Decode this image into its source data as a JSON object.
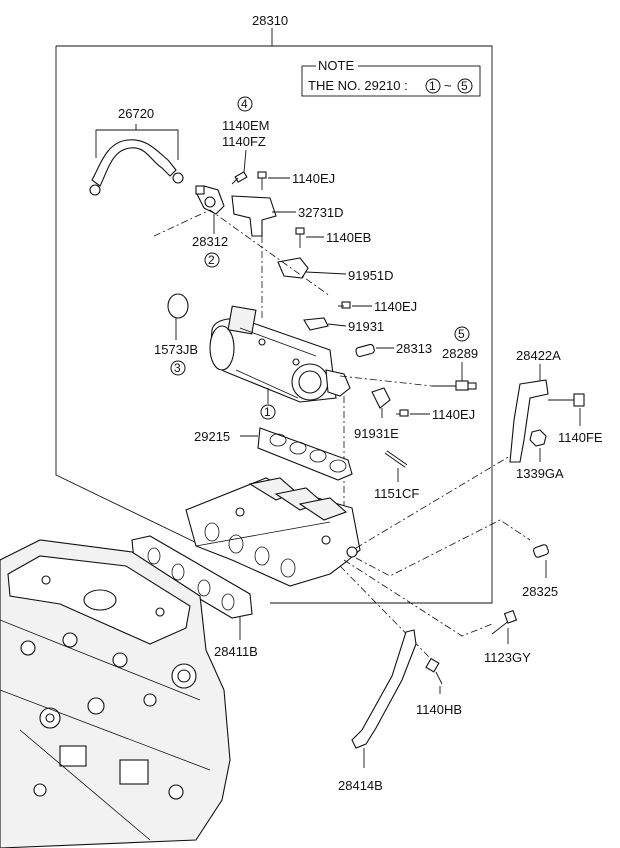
{
  "labels": {
    "assembly": "28310",
    "hose": "26720",
    "bolt_em": "1140EM",
    "bolt_fz": "1140FZ",
    "bolt_ej_1": "1140EJ",
    "bracket_d": "32731D",
    "bolt_eb": "1140EB",
    "gasket_d": "91951D",
    "bolt_ej_2": "1140EJ",
    "gasket_31": "91931",
    "fitting_312": "28312",
    "plug": "1573JB",
    "hose_313": "28313",
    "sensor": "28289",
    "bracket_422": "28422A",
    "bolt_fe": "1140FE",
    "nut": "1339GA",
    "gasket_e": "91931E",
    "bolt_ej_3": "1140EJ",
    "gasket_215": "29215",
    "stud": "1151CF",
    "cap": "28325",
    "gasket_411": "28411B",
    "bolt_gy": "1123GY",
    "bolt_hb": "1140HB",
    "stay": "28414B"
  },
  "callouts": {
    "c1": "1",
    "c2": "2",
    "c3": "3",
    "c4": "4",
    "c5": "5"
  },
  "note": {
    "title": "NOTE",
    "text_prefix": "THE NO. 29210 :",
    "range_start": "1",
    "range_sep": "~",
    "range_end": "5"
  }
}
